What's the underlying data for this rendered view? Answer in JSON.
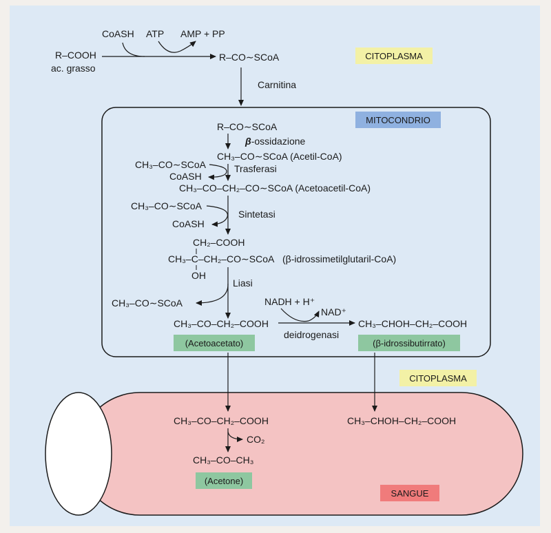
{
  "colors": {
    "background": "#dde9f5",
    "citoplasma_tag": "#f3f1a6",
    "mitocondrio_tag": "#8fb1e0",
    "product_tag": "#8ec7a0",
    "sangue_tag": "#f07b7b",
    "blood_vessel": "#f4c3c3",
    "arrow": "#1a1a1a"
  },
  "tags": {
    "citoplasma_top": "CITOPLASMA",
    "mitocondrio": "MITOCONDRIO",
    "citoplasma_bottom": "CITOPLASMA",
    "sangue": "SANGUE"
  },
  "activation": {
    "substrate": "R–COOH",
    "substrate_name": "ac. grasso",
    "coash": "CoASH",
    "atp": "ATP",
    "amp_pp": "AMP + PP",
    "product": "R–CO∼SCoA",
    "carrier": "Carnitina"
  },
  "mito": {
    "acyl_coa": "R–CO∼SCoA",
    "beta": "β",
    "ossidazione": "-ossidazione",
    "acetil_coa": "CH₃–CO∼SCoA (Acetil-CoA)",
    "acetil_in_1": "CH₃–CO∼SCoA",
    "coash_out_1": "CoASH",
    "enzyme_1": "Trasferasi",
    "acetoacetil": "CH₃–CO–CH₂–CO∼SCoA (Acetoacetil-CoA)",
    "acetil_in_2": "CH₃–CO∼SCoA",
    "coash_out_2": "CoASH",
    "enzyme_2": "Sintetasi",
    "hmg_top": "CH₂–COOH",
    "hmg_middle": "CH₃–C–CH₂–CO∼SCoA",
    "hmg_name": "(β-idrossimetilglutaril-CoA)",
    "hmg_oh": "OH",
    "enzyme_3": "Liasi",
    "acetil_out": "CH₃–CO∼SCoA",
    "acetoacetate_formula": "CH₃–CO–CH₂–COOH",
    "nadh": "NADH + H⁺",
    "nad": "NAD⁺",
    "enzyme_4": "deidrogenasi",
    "hydroxybutyrate_formula": "CH₃–CHOH–CH₂–COOH",
    "acetoacetate_label": "(Acetoacetato)",
    "hydroxybutyrate_label": "(β-idrossibutirrato)"
  },
  "blood": {
    "acetoacetate_formula": "CH₃–CO–CH₂–COOH",
    "co2": "CO₂",
    "acetone_formula": "CH₃–CO–CH₃",
    "acetone_label": "(Acetone)",
    "hydroxybutyrate_formula": "CH₃–CHOH–CH₂–COOH"
  }
}
